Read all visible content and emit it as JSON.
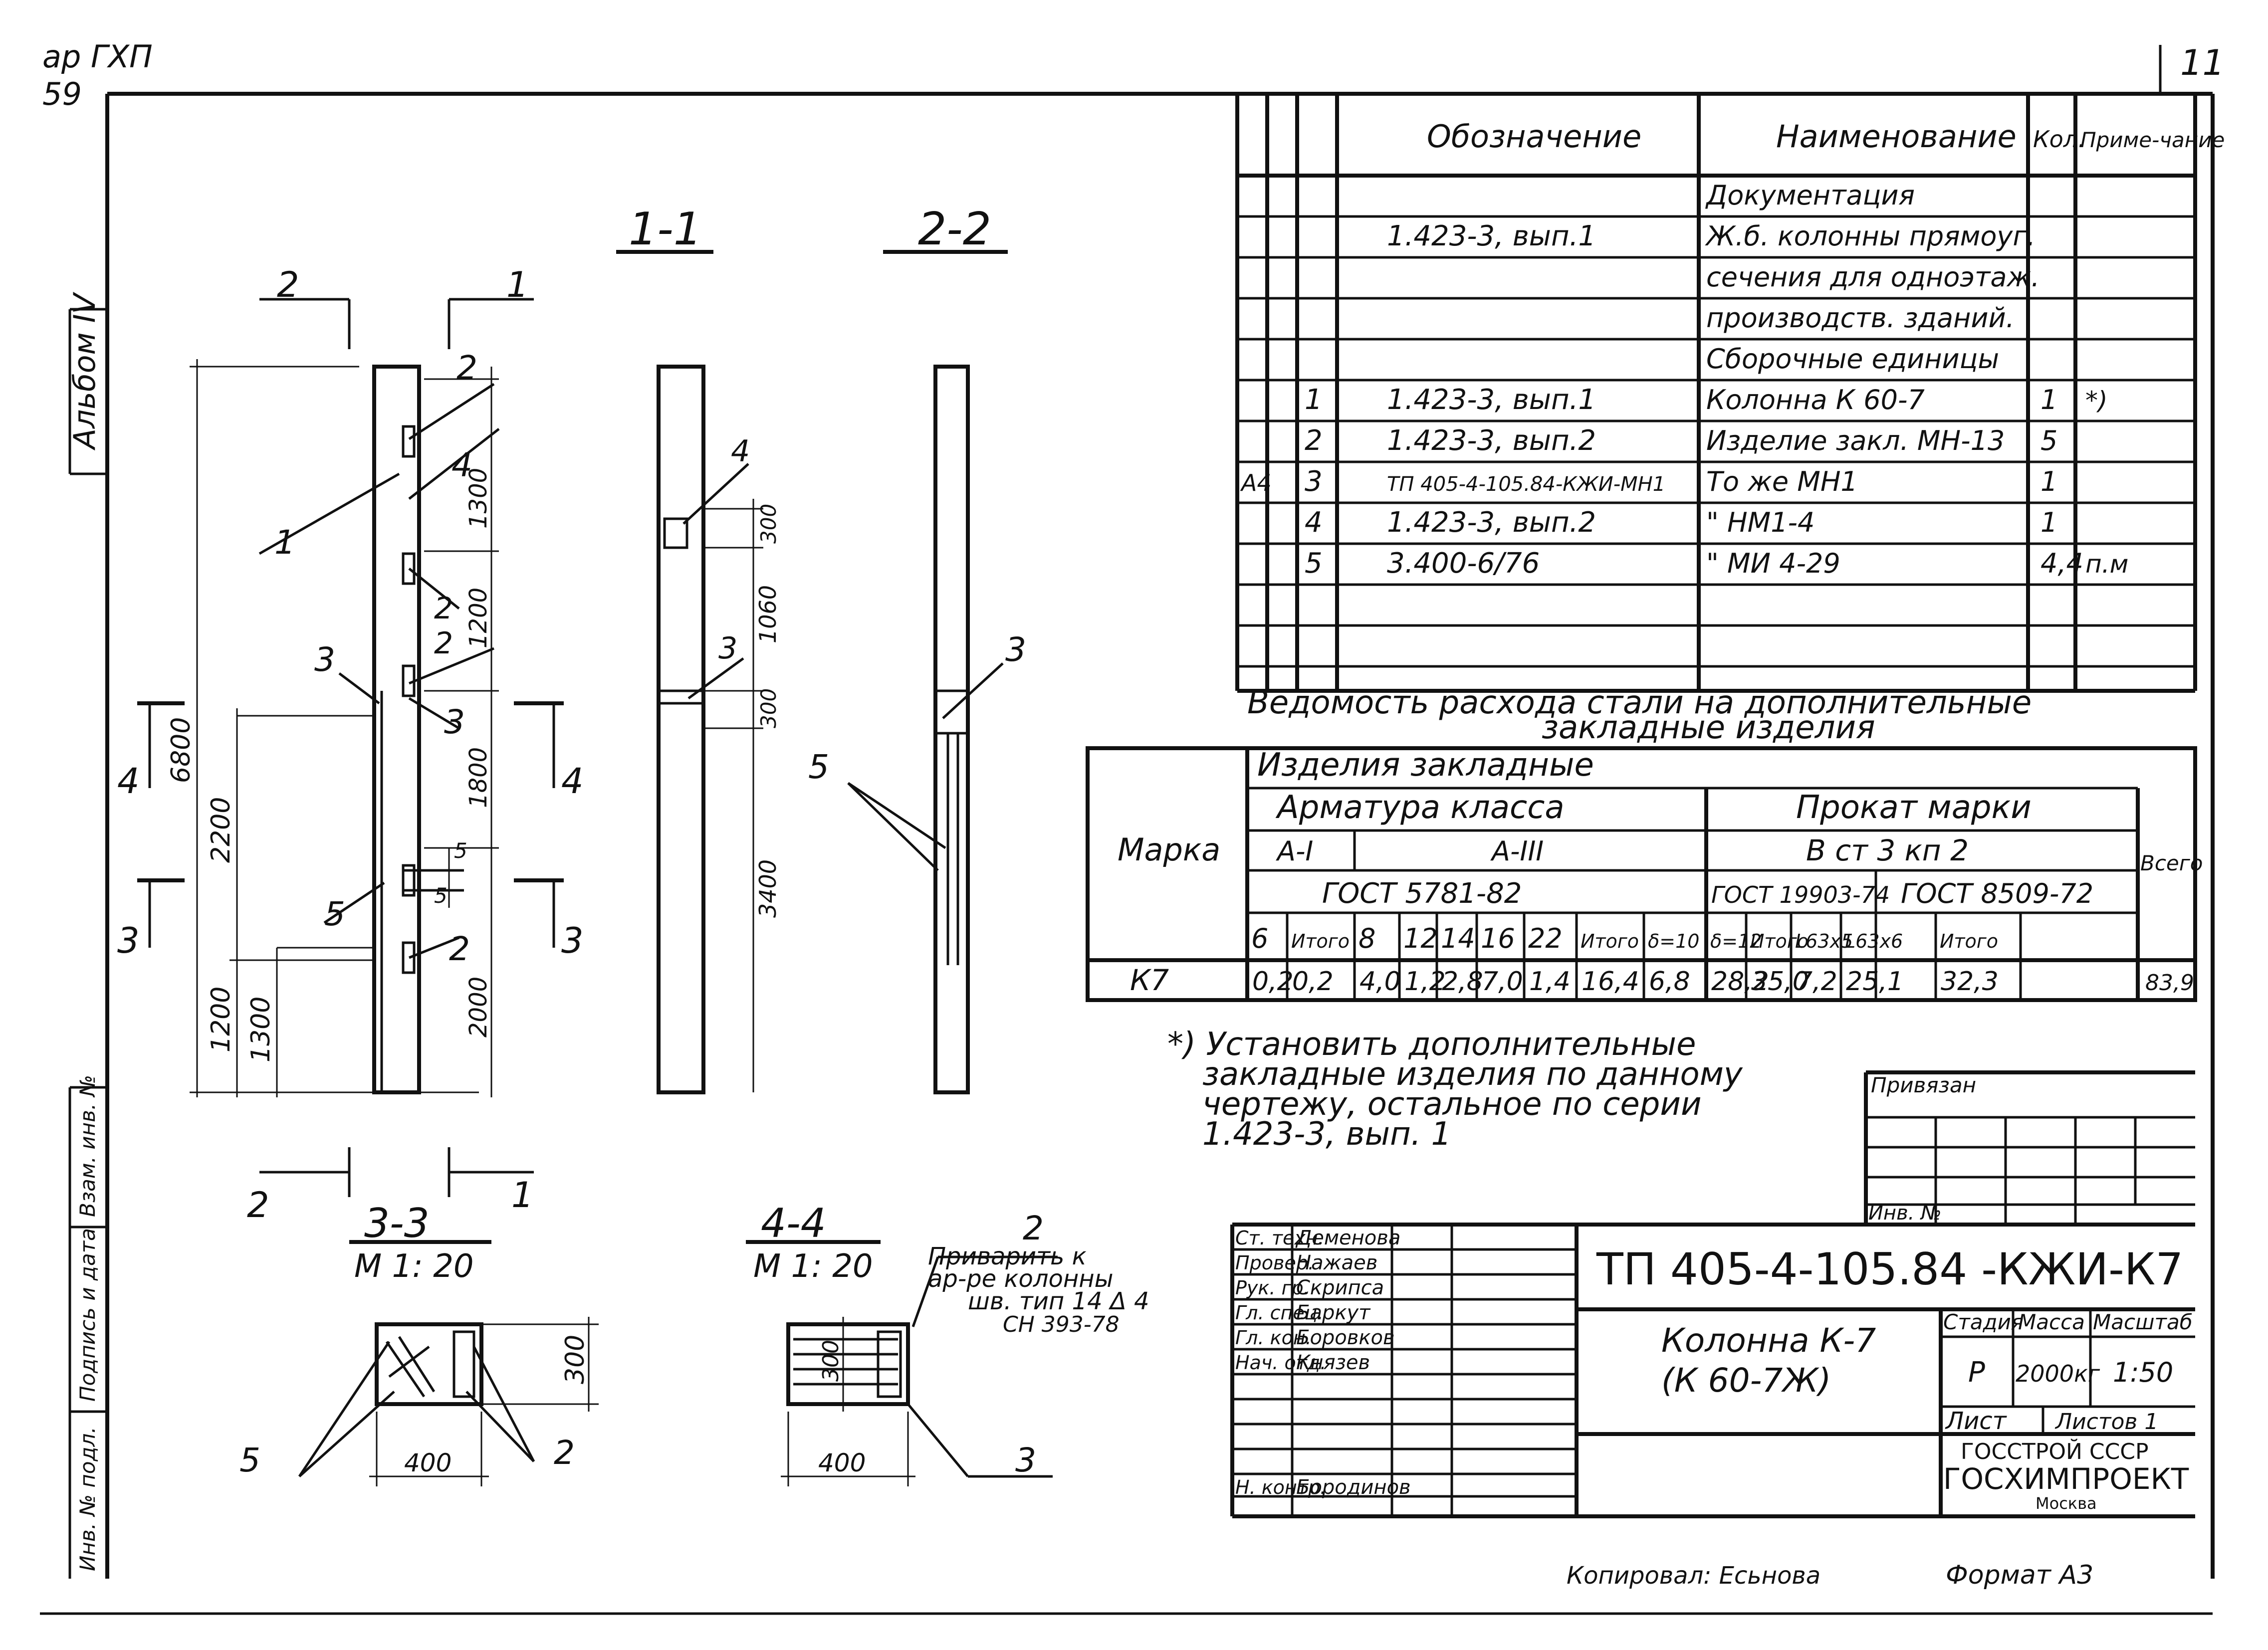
{
  "corner": {
    "top_left_1": "ар ГХП",
    "top_left_2": "59",
    "sheet_no": "11",
    "album": "Альбом IV"
  },
  "side_stamp": [
    "Взам. инв. №",
    "Подпись и дата",
    "Инв. № подл."
  ],
  "sections": {
    "s11": "1-1",
    "s22": "2-2",
    "s33": "3-3",
    "s44": "4-4",
    "scale_33": "М 1: 20",
    "scale_44": "М 1: 20"
  },
  "elevation": {
    "cut_2": "2",
    "cut_1": "1",
    "cut_4": "4",
    "cut_3": "3",
    "dims": {
      "total": "6800",
      "d2200": "2200",
      "d1200": "1200",
      "d1300": "1300",
      "d1300b": "1300",
      "d1200b": "1200",
      "d1800": "1800",
      "d2000": "2000",
      "d5": "5",
      "d5b": "5"
    },
    "callouts": {
      "c1": "1",
      "c2a": "2",
      "c4": "4",
      "c2b": "2",
      "c2c": "2",
      "c3a": "3",
      "c3b": "3",
      "c5": "5",
      "c2d": "2"
    }
  },
  "section_11": {
    "callout4": "4",
    "callout3": "3",
    "d300a": "300",
    "d1060": "1060",
    "d300b": "300",
    "d3400": "3400"
  },
  "section_22": {
    "callout3": "3",
    "callout5": "5"
  },
  "section_33": {
    "d300": "300",
    "d400": "400",
    "callout5": "5",
    "callout2": "2"
  },
  "section_44": {
    "d300": "300",
    "d400": "400",
    "callout3": "3",
    "callout2": "2",
    "weld_note_1": "Приварить к",
    "weld_note_2": "ар-ре колонны",
    "weld_note_3": "шв. тип 14 Δ 4",
    "weld_note_4": "СН 393-78"
  },
  "spec": {
    "headers": {
      "designation": "Обозначение",
      "name": "Наименование",
      "qty": "Кол.",
      "note": "Приме-чание"
    },
    "rows": [
      {
        "fmt": "",
        "pos": "",
        "des": "",
        "name": "Документация",
        "qty": "",
        "note": ""
      },
      {
        "fmt": "",
        "pos": "",
        "des": "1.423-3, вып.1",
        "name": "Ж.б. колонны прямоуг.",
        "qty": "",
        "note": ""
      },
      {
        "fmt": "",
        "pos": "",
        "des": "",
        "name": "сечения для одноэтаж.",
        "qty": "",
        "note": ""
      },
      {
        "fmt": "",
        "pos": "",
        "des": "",
        "name": "производств. зданий.",
        "qty": "",
        "note": ""
      },
      {
        "fmt": "",
        "pos": "",
        "des": "",
        "name": "Сборочные единицы",
        "qty": "",
        "note": ""
      },
      {
        "fmt": "",
        "pos": "1",
        "des": "1.423-3, вып.1",
        "name": "Колонна   К 60-7",
        "qty": "1",
        "note": "*)"
      },
      {
        "fmt": "",
        "pos": "2",
        "des": "1.423-3, вып.2",
        "name": "Изделие закл. МН-13",
        "qty": "5",
        "note": ""
      },
      {
        "fmt": "А4",
        "pos": "3",
        "des": "ТП 405-4-105.84-КЖИ-МН1",
        "name": "То же          МН1",
        "qty": "1",
        "note": ""
      },
      {
        "fmt": "",
        "pos": "4",
        "des": "1.423-3, вып.2",
        "name": "\"             НМ1-4",
        "qty": "1",
        "note": ""
      },
      {
        "fmt": "",
        "pos": "5",
        "des": "3.400-6/76",
        "name": "\"             МИ 4-29",
        "qty": "4,4",
        "note": "п.м"
      },
      {
        "fmt": "",
        "pos": "",
        "des": "",
        "name": "",
        "qty": "",
        "note": ""
      },
      {
        "fmt": "",
        "pos": "",
        "des": "",
        "name": "",
        "qty": "",
        "note": ""
      }
    ]
  },
  "steel": {
    "title_1": "Ведомость расхода стали на дополнительные",
    "title_2": "закладные изделия",
    "marka": "Марка",
    "izdelia": "Изделия закладные",
    "armatura": "Арматура класса",
    "prokat": "Прокат марки",
    "vsego": "Всего",
    "cls_a1": "А-I",
    "cls_a3": "А-III",
    "steel_grade": "В ст 3   кп 2",
    "gost_5781": "ГОСТ 5781-82",
    "gost_19903": "ГОСТ 19903-74",
    "gost_8509": "ГОСТ 8509-72",
    "cols": [
      "6",
      "Итого",
      "8",
      "12",
      "14",
      "16",
      "22",
      "Итого",
      "δ=10",
      "δ=12",
      "Итого",
      "L63х5",
      "L63х6",
      "",
      "Итого"
    ],
    "row_mark": "К7",
    "row_values": [
      "0,2",
      "0,2",
      "4,0",
      "1,2",
      "2,8",
      "7,0",
      "1,4",
      "16,4",
      "6,8",
      "28,2",
      "35,0",
      "7,2",
      "25,1",
      "",
      "32,3",
      "83,9"
    ]
  },
  "note": {
    "line1": "*) Установить дополнительные",
    "line2": "закладные изделия по данному",
    "line3": "чертежу, остальное по серии",
    "line4": "1.423-3, вып. 1"
  },
  "privyazka": {
    "title": "Привязан",
    "inv": "Инв. №"
  },
  "title_block": {
    "roles": [
      "Ст. техн.",
      "Провер.",
      "Рук. гр.",
      "Гл. спец.",
      "Гл. кон.",
      "Нач. отд.",
      "",
      "",
      "",
      "",
      "Н. контр."
    ],
    "names": [
      "Деменова",
      "Нажаев",
      "Скрипса",
      "Баркут",
      "Боровков",
      "Князев",
      "",
      "",
      "",
      "",
      "Бородинов"
    ],
    "code": "ТП 405-4-105.84  -КЖИ-К7",
    "object_1": "Колонна К-7",
    "object_2": "(К 60-7Ж)",
    "stage_h": "Стадия",
    "mass_h": "Масса",
    "scale_h": "Масштаб",
    "stage": "Р",
    "mass": "2000кг",
    "scale": "1:50",
    "sheet": "Лист",
    "sheets": "Листов 1",
    "org1": "ГОССТРОЙ СССР",
    "org2": "ГОСХИМПРОЕКТ",
    "org3": "Москва"
  },
  "footer": {
    "copied": "Копировал:  Есьнова",
    "format": "Формат А3"
  }
}
